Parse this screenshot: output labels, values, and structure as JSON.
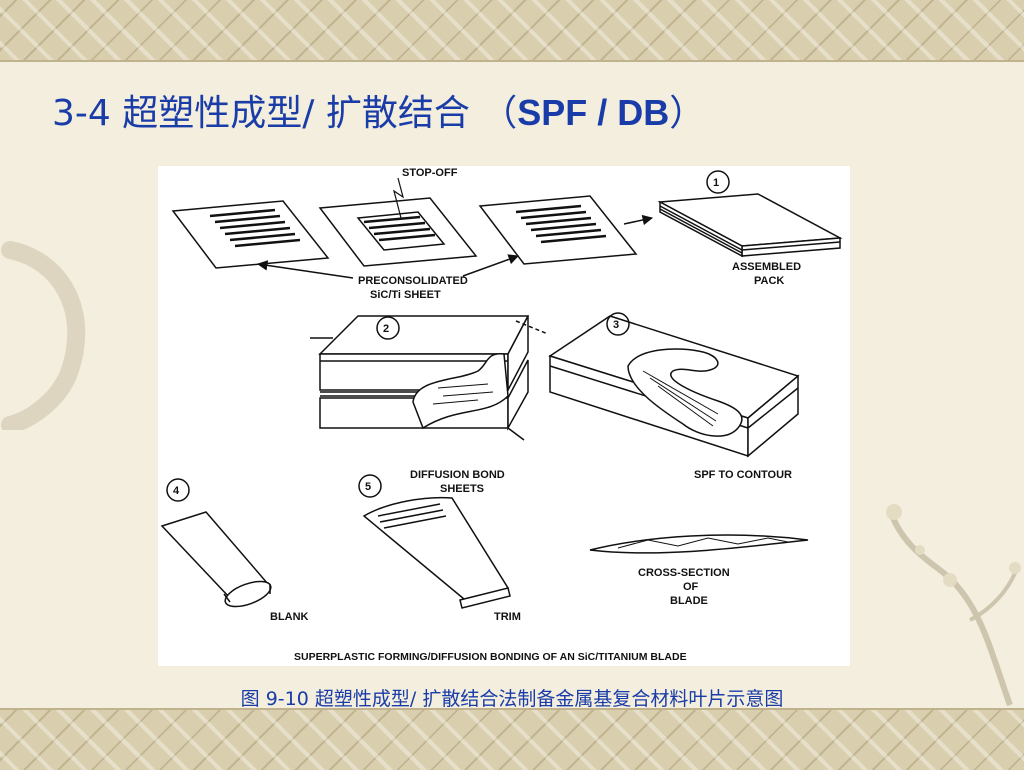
{
  "slide": {
    "title_prefix": "3-4  超塑性成型/ 扩散结合 （",
    "title_bold": "SPF / DB",
    "title_suffix": "）",
    "caption": "图 9-10 超塑性成型/ 扩散结合法制备金属基复合材料叶片示意图"
  },
  "figure": {
    "stop_off": "STOP-OFF",
    "preconsolidated_line1": "PRECONSOLIDATED",
    "preconsolidated_line2": "SiC/Ti SHEET",
    "step1_number": "1",
    "step1_label_line1": "ASSEMBLED",
    "step1_label_line2": "PACK",
    "step2_number": "2",
    "step2_label_line1": "DIFFUSION BOND",
    "step2_label_line2": "SHEETS",
    "step3_number": "3",
    "step3_label": "SPF TO CONTOUR",
    "step4_number": "4",
    "step4_label": "BLANK",
    "step5_number": "5",
    "step5_label": "TRIM",
    "cross_section_line1": "CROSS-SECTION",
    "cross_section_line2": "OF",
    "cross_section_line3": "BLADE",
    "bottom_caption": "SUPERPLASTIC FORMING/DIFFUSION BONDING OF AN SiC/TITANIUM BLADE"
  },
  "colors": {
    "title": "#1a3ca8",
    "background": "#f3eedd",
    "border_band": "#d9cfae"
  }
}
